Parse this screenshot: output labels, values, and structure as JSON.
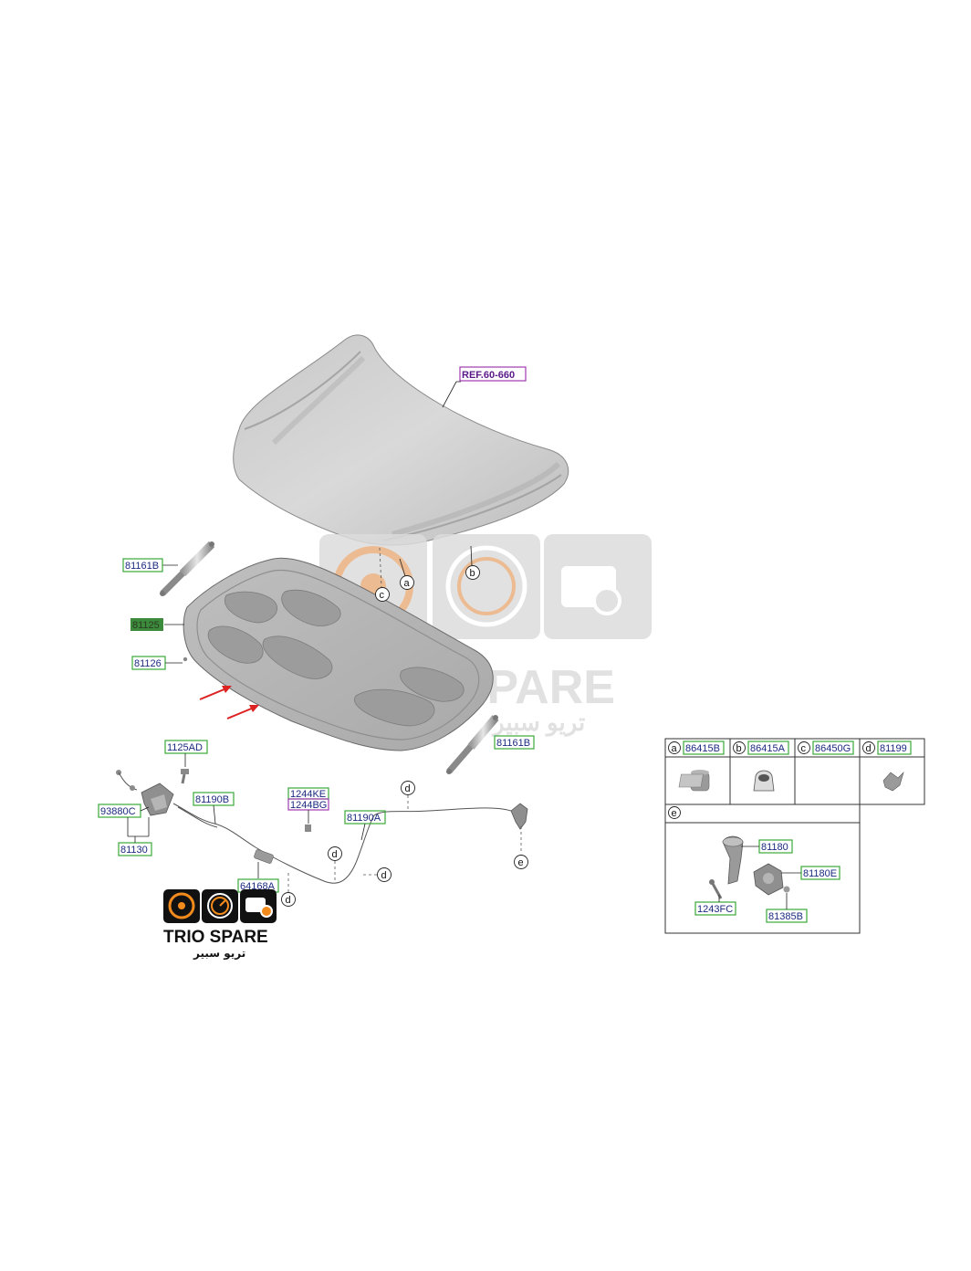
{
  "watermark": {
    "brand": "TRIO SPARE",
    "brand_ar": "تريو سبير"
  },
  "logo": {
    "brand": "TRIO SPARE",
    "brand_ar": "تريو سبير"
  },
  "main_diagram": {
    "ref_label": "REF.60-660",
    "circle_a": "a",
    "circle_b": "b",
    "circle_c": "c",
    "circle_d1": "d",
    "circle_d2": "d",
    "circle_d3": "d",
    "circle_d4": "d",
    "circle_e": "e",
    "part_81161B_left": "81161B",
    "part_81125": "81125",
    "part_81126": "81126",
    "part_81161B_right": "81161B",
    "part_1125AD": "1125AD",
    "part_93880C": "93880C",
    "part_81130": "81130",
    "part_81190B": "81190B",
    "part_1244KE": "1244KE",
    "part_1244BG": "1244BG",
    "part_81190A": "81190A",
    "part_64168A": "64168A"
  },
  "key_table": {
    "cells": [
      {
        "letter": "a",
        "part": "86415B"
      },
      {
        "letter": "b",
        "part": "86415A"
      },
      {
        "letter": "c",
        "part": "86450G"
      },
      {
        "letter": "d",
        "part": "81199"
      }
    ],
    "section_e": {
      "letter": "e",
      "part_81180": "81180",
      "part_81180E": "81180E",
      "part_1243FC": "1243FC",
      "part_81385B": "81385B"
    }
  }
}
